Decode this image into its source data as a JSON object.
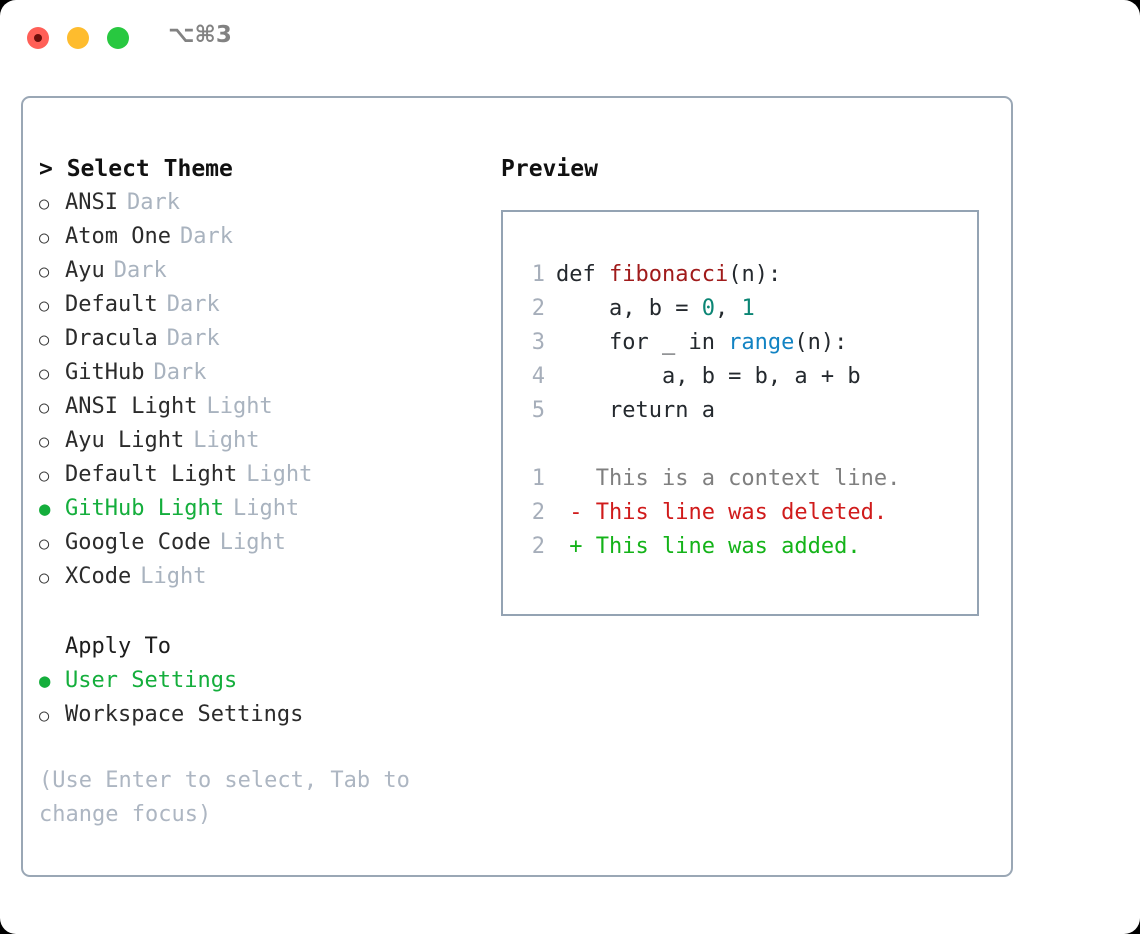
{
  "titlebar": {
    "shortcut": "⌥⌘3",
    "buttons": [
      {
        "name": "close",
        "color": "#ff5f57"
      },
      {
        "name": "minimize",
        "color": "#febc2e"
      },
      {
        "name": "maximize",
        "color": "#28c840"
      }
    ]
  },
  "left": {
    "heading": "> Select Theme",
    "themes": [
      {
        "marker": "○",
        "label": "ANSI",
        "variant": "Dark",
        "selected": false
      },
      {
        "marker": "○",
        "label": "Atom One",
        "variant": "Dark",
        "selected": false
      },
      {
        "marker": "○",
        "label": "Ayu",
        "variant": "Dark",
        "selected": false
      },
      {
        "marker": "○",
        "label": "Default",
        "variant": "Dark",
        "selected": false
      },
      {
        "marker": "○",
        "label": "Dracula",
        "variant": "Dark",
        "selected": false
      },
      {
        "marker": "○",
        "label": "GitHub",
        "variant": "Dark",
        "selected": false
      },
      {
        "marker": "○",
        "label": "ANSI Light",
        "variant": "Light",
        "selected": false
      },
      {
        "marker": "○",
        "label": "Ayu Light",
        "variant": "Light",
        "selected": false
      },
      {
        "marker": "○",
        "label": "Default Light",
        "variant": "Light",
        "selected": false
      },
      {
        "marker": "●",
        "label": "GitHub Light",
        "variant": "Light",
        "selected": true
      },
      {
        "marker": "○",
        "label": "Google Code",
        "variant": "Light",
        "selected": false
      },
      {
        "marker": "○",
        "label": "XCode",
        "variant": "Light",
        "selected": false
      }
    ],
    "apply_to_heading": "Apply To",
    "apply_to_options": [
      {
        "marker": "●",
        "label": "User Settings",
        "selected": true
      },
      {
        "marker": "○",
        "label": "Workspace Settings",
        "selected": false
      }
    ],
    "hint": "(Use Enter to select, Tab to change focus)"
  },
  "right": {
    "heading": "Preview",
    "code_lines": [
      {
        "num": "1",
        "tokens": [
          {
            "t": "def ",
            "c": "tok-plain"
          },
          {
            "t": "fibonacci",
            "c": "tok-fn"
          },
          {
            "t": "(n):",
            "c": "tok-plain"
          }
        ]
      },
      {
        "num": "2",
        "tokens": [
          {
            "t": "    a, b = ",
            "c": "tok-plain"
          },
          {
            "t": "0",
            "c": "tok-num"
          },
          {
            "t": ", ",
            "c": "tok-plain"
          },
          {
            "t": "1",
            "c": "tok-num"
          }
        ]
      },
      {
        "num": "3",
        "tokens": [
          {
            "t": "    for _ in ",
            "c": "tok-plain"
          },
          {
            "t": "range",
            "c": "tok-kw"
          },
          {
            "t": "(n):",
            "c": "tok-plain"
          }
        ]
      },
      {
        "num": "4",
        "tokens": [
          {
            "t": "        a, b = b, a + b",
            "c": "tok-plain"
          }
        ]
      },
      {
        "num": "5",
        "tokens": [
          {
            "t": "    return a",
            "c": "tok-plain"
          }
        ]
      },
      {
        "num": "",
        "tokens": []
      },
      {
        "num": "1",
        "tokens": [
          {
            "t": "   This is a context line.",
            "c": "tok-ctx"
          }
        ]
      },
      {
        "num": "2",
        "tokens": [
          {
            "t": " - This line was deleted.",
            "c": "tok-del"
          }
        ]
      },
      {
        "num": "2",
        "tokens": [
          {
            "t": " + This line was added.",
            "c": "tok-add"
          }
        ]
      }
    ]
  },
  "colors": {
    "accent_green": "#14ae3c",
    "panel_border": "#9aa7b5",
    "muted_text": "#a9b3bf",
    "diff_add": "#14b319",
    "diff_del": "#d01b1b",
    "code_fn": "#a01b1b",
    "code_num": "#0b8574",
    "code_kw": "#1283c3"
  }
}
